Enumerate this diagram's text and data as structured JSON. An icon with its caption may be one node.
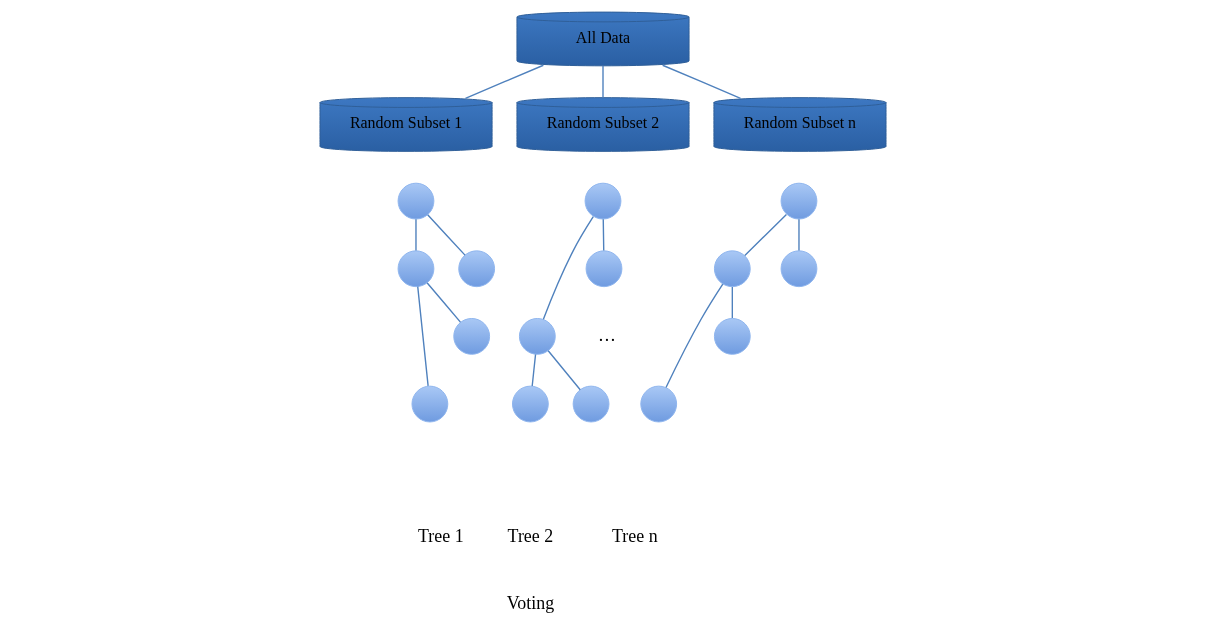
{
  "diagram": {
    "nodes": [
      {
        "text": [
          "All Data"
        ]
      },
      {
        "text": [
          "Random Subset 1"
        ]
      },
      {
        "text": [
          "Random Subset 2"
        ]
      },
      {
        "text": [
          "Random Subset n"
        ]
      },
      {
        "text": [],
        "shape": "circle"
      },
      {
        "text": [],
        "shape": "circle"
      },
      {
        "text": [],
        "shape": "circle"
      },
      {
        "text": [],
        "shape": "circle"
      },
      {
        "text": [],
        "shape": "circle"
      },
      {
        "text": [],
        "shape": "circle"
      },
      {
        "text": [],
        "shape": "circle"
      },
      {
        "text": [],
        "shape": "circle"
      },
      {
        "text": [],
        "shape": "circle"
      },
      {
        "text": [],
        "shape": "circle"
      },
      {
        "text": [],
        "shape": "circle"
      },
      {
        "text": [],
        "shape": "circle"
      },
      {
        "text": [],
        "shape": "circle"
      },
      {
        "text": [],
        "shape": "circle"
      },
      {
        "text": [],
        "shape": "circle"
      }
    ],
    "edges": [
      {
        "from": 0,
        "to": 1,
        "arrow": "none"
      },
      {
        "from": 0,
        "to": 2,
        "arrow": "none"
      },
      {
        "from": 0,
        "to": 3,
        "arrow": "none"
      },
      {
        "from": 4,
        "to": 5,
        "arrow": "none"
      },
      {
        "from": 4,
        "to": 6,
        "arrow": "none"
      },
      {
        "from": 5,
        "to": 7,
        "arrow": "none"
      },
      {
        "from": 5,
        "to": 8,
        "arrow": "none"
      },
      {
        "from": 9,
        "to": 10,
        "arrow": "none"
      },
      {
        "from": 9,
        "to": 11,
        "arrow": "none"
      },
      {
        "from": 10,
        "to": 12,
        "arrow": "none"
      },
      {
        "from": 10,
        "to": 13,
        "arrow": "none"
      },
      {
        "from": 14,
        "to": 15,
        "arrow": "none"
      },
      {
        "from": 14,
        "to": 16,
        "arrow": "none"
      },
      {
        "from": 15,
        "to": 17,
        "arrow": "none"
      },
      {
        "from": 15,
        "to": 18,
        "arrow": "none"
      }
    ],
    "labels": [
      "…",
      "Tree 1",
      "Tree 2",
      "Tree n",
      "Voting"
    ]
  }
}
